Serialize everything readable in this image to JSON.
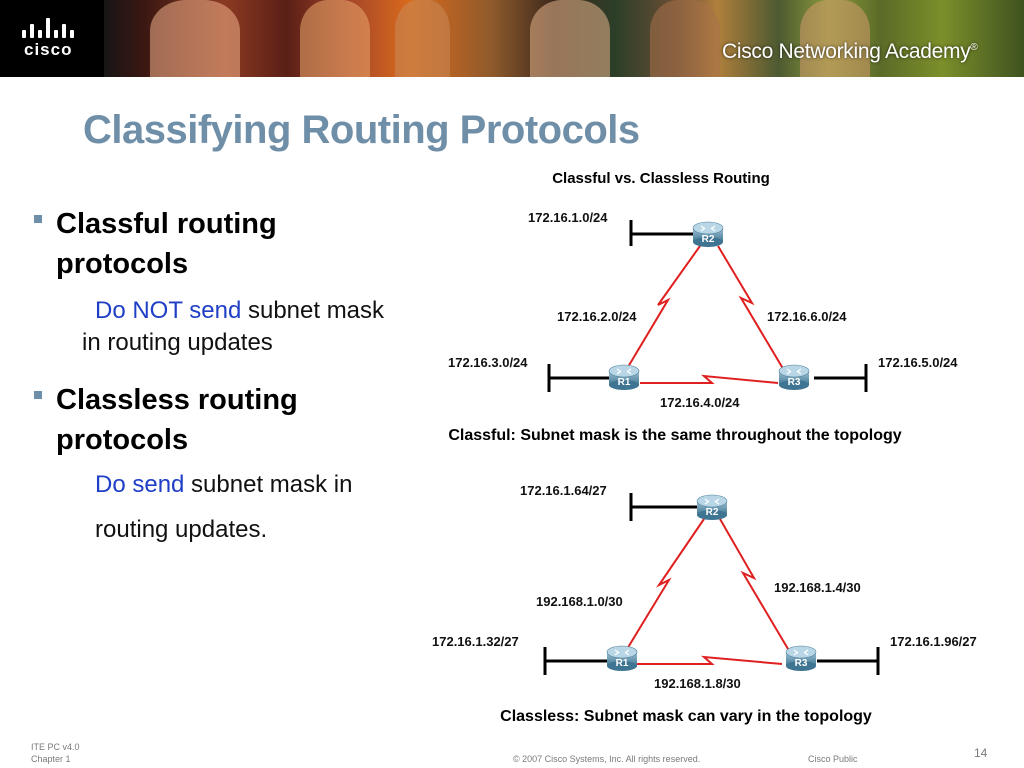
{
  "header": {
    "logo_text": "cisco",
    "academy_bold": "Cisco",
    "academy_rest": " Networking Academy",
    "academy_mark": "®"
  },
  "slide": {
    "title": "Classifying Routing Protocols",
    "bullets": [
      {
        "heading": "Classful routing protocols",
        "sub_blue": "Do NOT  send",
        "sub_rest": " subnet mask in routing updates"
      },
      {
        "heading": "Classless routing protocols",
        "sub_blue": "Do send",
        "sub_rest_line1": " subnet mask in",
        "sub_rest_line2": "routing updates."
      }
    ]
  },
  "diagram": {
    "title": "Classful vs. Classless Routing",
    "classful": {
      "r2_lan": "172.16.1.0/24",
      "r1_r2": "172.16.2.0/24",
      "r2_r3": "172.16.6.0/24",
      "r1_lan": "172.16.3.0/24",
      "r3_lan": "172.16.5.0/24",
      "r1_r3": "172.16.4.0/24",
      "caption": "Classful: Subnet mask is the same throughout the topology"
    },
    "classless": {
      "r2_lan": "172.16.1.64/27",
      "r1_r2": "192.168.1.0/30",
      "r2_r3": "192.168.1.4/30",
      "r1_lan": "172.16.1.32/27",
      "r3_lan": "172.16.1.96/27",
      "r1_r3": "192.168.1.8/30",
      "caption": "Classless: Subnet mask can vary in the topology"
    },
    "routers": {
      "r1": "R1",
      "r2": "R2",
      "r3": "R3"
    }
  },
  "footer": {
    "course": "ITE PC v4.0",
    "chapter": "Chapter 1",
    "copyright": "© 2007 Cisco Systems, Inc. All rights reserved.",
    "classification": "Cisco Public",
    "page": "14"
  },
  "colors": {
    "title": "#6f8ea7",
    "link_blue": "#1f3fc6",
    "wan_link": "#e02020"
  }
}
